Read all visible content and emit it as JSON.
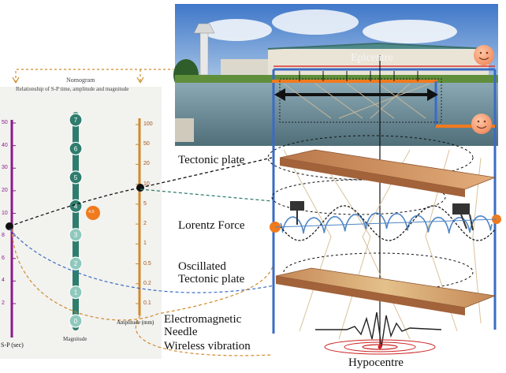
{
  "nomogram": {
    "title": "Nomogram",
    "subtitle": "Relationship of S-P time, amplitude and magnitude",
    "sp_axis_label": "S-P (sec)",
    "magnitude_axis_label": "Magnitude",
    "amplitude_axis_label": "Amplitude (mm)",
    "sp_ticks": [
      "50",
      "40",
      "30",
      "20",
      "10",
      "8",
      "6",
      "4",
      "2"
    ],
    "amplitude_ticks": [
      "100",
      "50",
      "20",
      "10",
      "5",
      "2",
      "1",
      "0.5",
      "0.2",
      "0.1"
    ],
    "magnitude_ticks": [
      "7",
      "6",
      "5",
      "4",
      "3",
      "2",
      "1",
      "0"
    ],
    "reading_value": "4.0",
    "colors": {
      "sp": "#8b1a8b",
      "magnitude": "#2f7d6e",
      "amplitude": "#d08a2a",
      "marker": "#f07a1e"
    }
  },
  "diagram": {
    "epicentre": "Epicentre",
    "tectonic_plate": "Tectonic plate",
    "lorentz_force": "Lorentz Force",
    "oscillated_line1": "Oscillated",
    "oscillated_line2": "Tectonic plate",
    "em_line1": "Electromagnetic",
    "em_line2": "Needle",
    "wireless": "Wireless vibration",
    "hypocentre": "Hypocentre",
    "colors": {
      "frame": "#3a6cc4",
      "plate": "#c98a4d",
      "spring": "#4f86c6",
      "smiley": "#f5a07a"
    }
  }
}
